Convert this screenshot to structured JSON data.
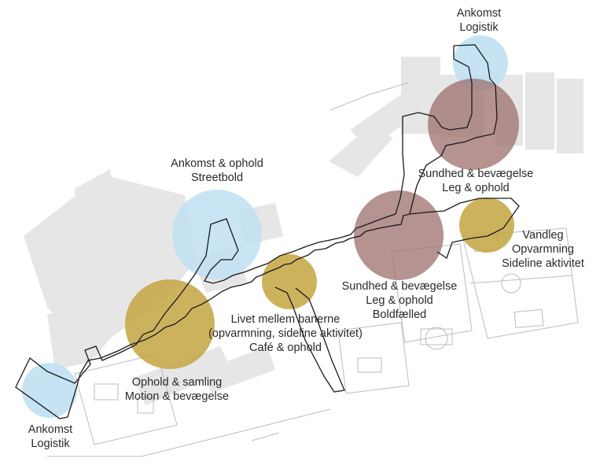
{
  "zones": [
    {
      "id": "ankomst-logistik-top",
      "lines": [
        "Ankomst",
        "Logistik"
      ],
      "color": "#bfe0f2"
    },
    {
      "id": "sundhed-leg-top",
      "lines": [
        "Sundhed & bevægelse",
        "Leg & ophold"
      ],
      "color": "#9c6f6c"
    },
    {
      "id": "ankomst-streetbold",
      "lines": [
        "Ankomst & ophold",
        "Streetbold"
      ],
      "color": "#bfe0f2"
    },
    {
      "id": "vandleg",
      "lines": [
        "Vandleg",
        "Opvarmning",
        "Sideline aktivitet"
      ],
      "color": "#c4a441"
    },
    {
      "id": "sundhed-boldfaelled",
      "lines": [
        "Sundhed & bevægelse",
        "Leg & ophold",
        "Boldfælled"
      ],
      "color": "#9c6f6c"
    },
    {
      "id": "livet-mellem-banerne",
      "lines": [
        "Livet mellem banerne",
        "(opvarmning, sideline aktivitet)",
        "Café & ophold"
      ],
      "color": "#c4a441"
    },
    {
      "id": "ophold-samling",
      "lines": [
        "Ophold & samling",
        "Motion & bevægelse"
      ],
      "color": "#c4a441"
    },
    {
      "id": "ankomst-logistik-bottom",
      "lines": [
        "Ankomst",
        "Logistik"
      ],
      "color": "#bfe0f2"
    }
  ],
  "colors": {
    "building": "#e6e6e6",
    "outline": "#1a1a1a",
    "pitch_line": "#bcbcbc",
    "text": "#2a2a2a"
  }
}
